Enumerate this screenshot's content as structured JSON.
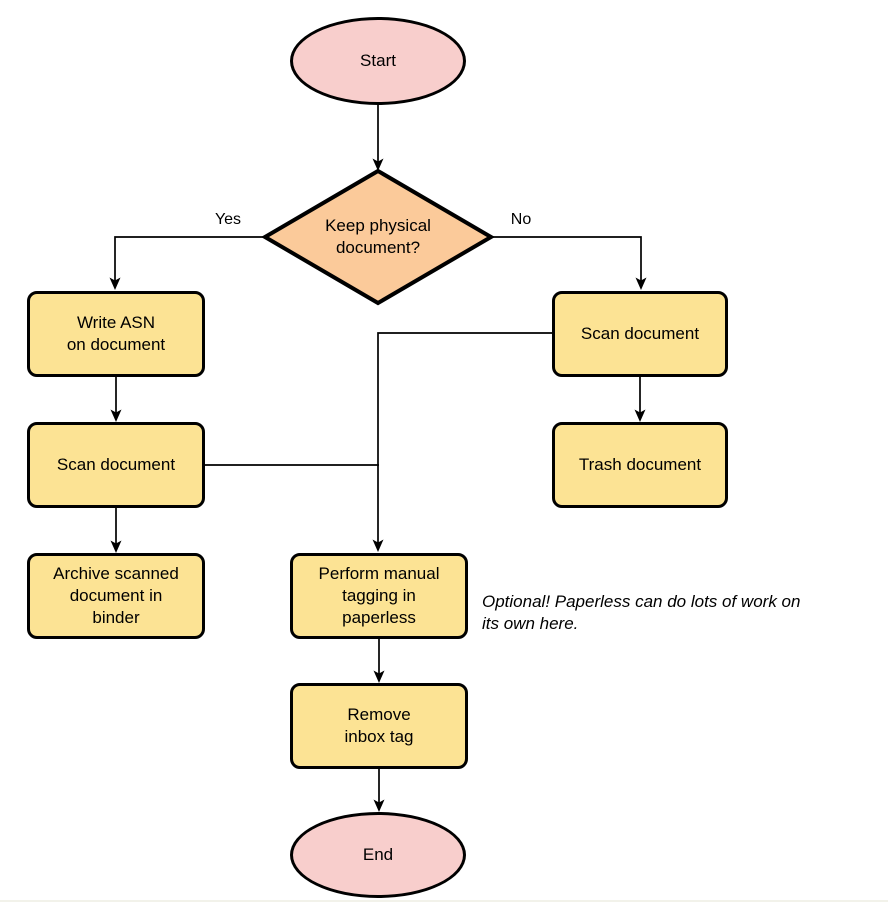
{
  "colors": {
    "background": "#FFFFFF",
    "stroke": "#000000",
    "terminal_fill": "#F8CECC",
    "decision_fill": "#FBCA9A",
    "process_fill": "#FCE394",
    "divider": "#F2F2EA"
  },
  "nodes": {
    "start": {
      "type": "terminal",
      "lines": [
        "Start"
      ]
    },
    "decision": {
      "type": "decision",
      "lines": [
        "Keep physical",
        "document?"
      ]
    },
    "write_asn": {
      "type": "process",
      "lines": [
        "Write ASN",
        "on document"
      ]
    },
    "scan_document_left": {
      "type": "process",
      "lines": [
        "Scan document"
      ]
    },
    "archive": {
      "type": "process",
      "lines": [
        "Archive scanned",
        "document in",
        "binder"
      ]
    },
    "scan_document_right": {
      "type": "process",
      "lines": [
        "Scan document"
      ]
    },
    "trash": {
      "type": "process",
      "lines": [
        "Trash document"
      ]
    },
    "manual_tagging": {
      "type": "process",
      "lines": [
        "Perform manual",
        "tagging in",
        "paperless"
      ]
    },
    "remove_inbox_tag": {
      "type": "process",
      "lines": [
        "Remove",
        "inbox tag"
      ]
    },
    "end": {
      "type": "terminal",
      "lines": [
        "End"
      ]
    }
  },
  "edge_labels": {
    "yes": "Yes",
    "no": "No"
  },
  "annotation": {
    "lines": [
      "Optional! Paperless can do lots of work on",
      "its own here."
    ]
  },
  "edges": [
    {
      "from": "start",
      "to": "decision"
    },
    {
      "from": "decision",
      "to": "write_asn",
      "label": "Yes"
    },
    {
      "from": "decision",
      "to": "scan_document_right",
      "label": "No"
    },
    {
      "from": "write_asn",
      "to": "scan_document_left"
    },
    {
      "from": "scan_document_left",
      "to": "archive"
    },
    {
      "from": "scan_document_left",
      "to": "manual_tagging"
    },
    {
      "from": "scan_document_right",
      "to": "trash"
    },
    {
      "from": "scan_document_right",
      "to": "manual_tagging"
    },
    {
      "from": "manual_tagging",
      "to": "remove_inbox_tag"
    },
    {
      "from": "remove_inbox_tag",
      "to": "end"
    }
  ]
}
